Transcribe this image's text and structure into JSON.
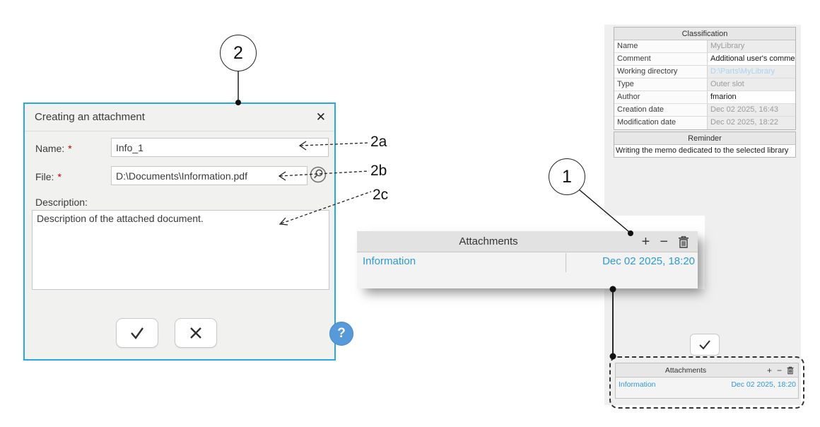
{
  "callouts": {
    "one": "1",
    "two": "2",
    "two_a": "2a",
    "two_b": "2b",
    "two_c": "2c"
  },
  "colors": {
    "dialog_border": "#29a9e1",
    "link_blue": "#2f9ad2",
    "working_dir_blue": "#a9d4f0",
    "required_red": "#c00000",
    "panel_gray": "#efefef",
    "help_blue": "#579ad9"
  },
  "dialog": {
    "title": "Creating an attachment",
    "close_icon": "✕",
    "name_label": "Name:",
    "file_label": "File:",
    "required_marker": "*",
    "description_label": "Description:",
    "name_value": "Info_1",
    "file_value": "D:\\Documents\\Information.pdf",
    "description_value": "Description of the attached document.",
    "help_icon": "?"
  },
  "classification": {
    "title": "Classification",
    "rows": [
      {
        "label": "Name",
        "value": "MyLibrary"
      },
      {
        "label": "Comment",
        "value": "Additional user's comment"
      },
      {
        "label": "Working directory",
        "value": "D:\\Parts\\MyLibrary"
      },
      {
        "label": "Type",
        "value": "Outer slot"
      },
      {
        "label": "Author",
        "value": "fmarion"
      },
      {
        "label": "Creation date",
        "value": "Dec 02 2025, 16:43"
      },
      {
        "label": "Modification date",
        "value": "Dec 02 2025, 18:22"
      }
    ]
  },
  "reminder": {
    "title": "Reminder",
    "text": "Writing the memo dedicated to the selected library"
  },
  "attachments_zoom": {
    "title": "Attachments",
    "add_icon": "+",
    "remove_icon": "−",
    "row": {
      "name": "Information",
      "date": "Dec 02 2025, 18:20"
    }
  },
  "attachments_small": {
    "title": "Attachments",
    "add_icon": "+",
    "remove_icon": "−",
    "row": {
      "name": "Information",
      "date": "Dec 02 2025, 18:20"
    }
  }
}
